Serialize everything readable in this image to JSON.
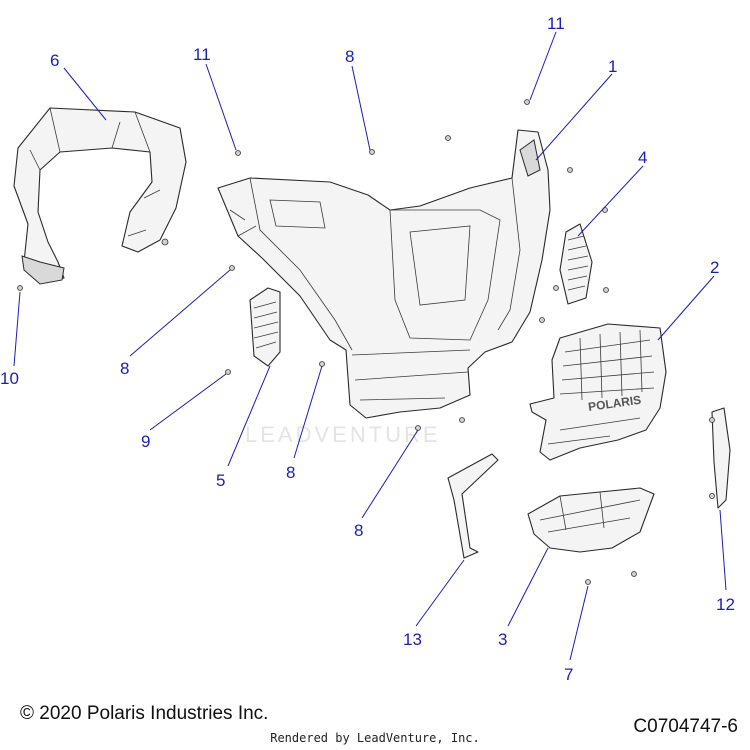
{
  "diagram": {
    "watermark": "LEADVENTURE",
    "callouts": [
      {
        "id": "c1",
        "label": "1"
      },
      {
        "id": "c2",
        "label": "2"
      },
      {
        "id": "c3",
        "label": "3"
      },
      {
        "id": "c4",
        "label": "4"
      },
      {
        "id": "c5",
        "label": "5"
      },
      {
        "id": "c6",
        "label": "6"
      },
      {
        "id": "c7",
        "label": "7"
      },
      {
        "id": "c8a",
        "label": "8"
      },
      {
        "id": "c8b",
        "label": "8"
      },
      {
        "id": "c8c",
        "label": "8"
      },
      {
        "id": "c8d",
        "label": "8"
      },
      {
        "id": "c9",
        "label": "9"
      },
      {
        "id": "c10",
        "label": "10"
      },
      {
        "id": "c11a",
        "label": "11"
      },
      {
        "id": "c11b",
        "label": "11"
      },
      {
        "id": "c12",
        "label": "12"
      },
      {
        "id": "c13",
        "label": "13"
      }
    ],
    "grille_logo": "POLARIS"
  },
  "footer": {
    "copyright": "© 2020 Polaris Industries Inc.",
    "drawing_number": "C0704747-6",
    "rendered_by": "Rendered by LeadVenture, Inc."
  },
  "colors": {
    "callout": "#1a1fb5",
    "line_art": "#2a2a2a"
  }
}
